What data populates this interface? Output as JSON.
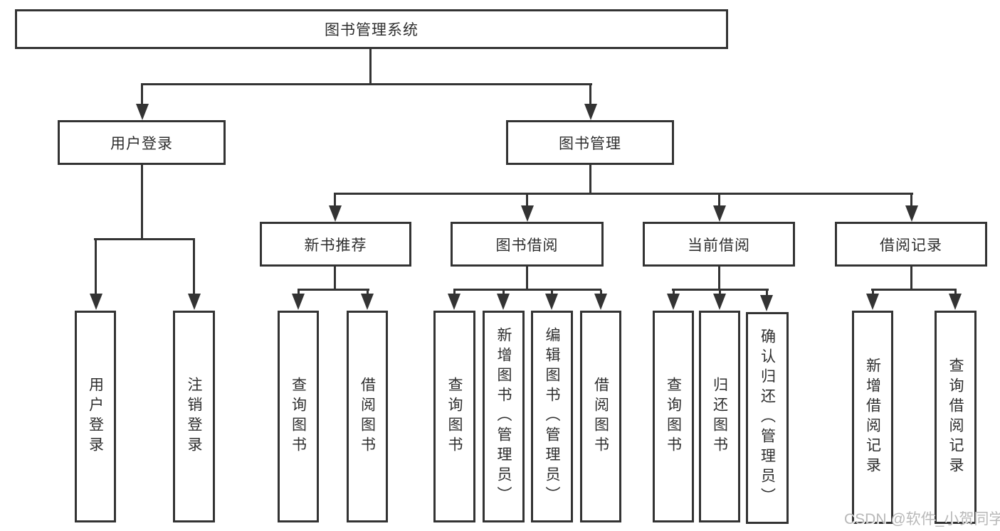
{
  "tree": {
    "root": "图书管理系统",
    "branches": [
      {
        "label": "用户登录",
        "children": [
          {
            "label": "用户登录"
          },
          {
            "label": "注销登录"
          }
        ]
      },
      {
        "label": "图书管理",
        "children": [
          {
            "label": "新书推荐",
            "children": [
              {
                "label": "查询图书"
              },
              {
                "label": "借阅图书"
              }
            ]
          },
          {
            "label": "图书借阅",
            "children": [
              {
                "label": "查询图书"
              },
              {
                "label": "新增图书（管理员）"
              },
              {
                "label": "编辑图书（管理员）"
              },
              {
                "label": "借阅图书"
              }
            ]
          },
          {
            "label": "当前借阅",
            "children": [
              {
                "label": "查询图书"
              },
              {
                "label": "归还图书"
              },
              {
                "label": "确认归还（管理员）"
              }
            ]
          },
          {
            "label": "借阅记录",
            "children": [
              {
                "label": "新增借阅记录"
              },
              {
                "label": "查询借阅记录"
              }
            ]
          }
        ]
      }
    ]
  },
  "watermark": {
    "text": "CSDN @软件_小贺同学"
  },
  "colors": {
    "line": "#333333",
    "text": "#2e2e2e",
    "watermark": "#b8b8b8",
    "background": "#ffffff"
  }
}
